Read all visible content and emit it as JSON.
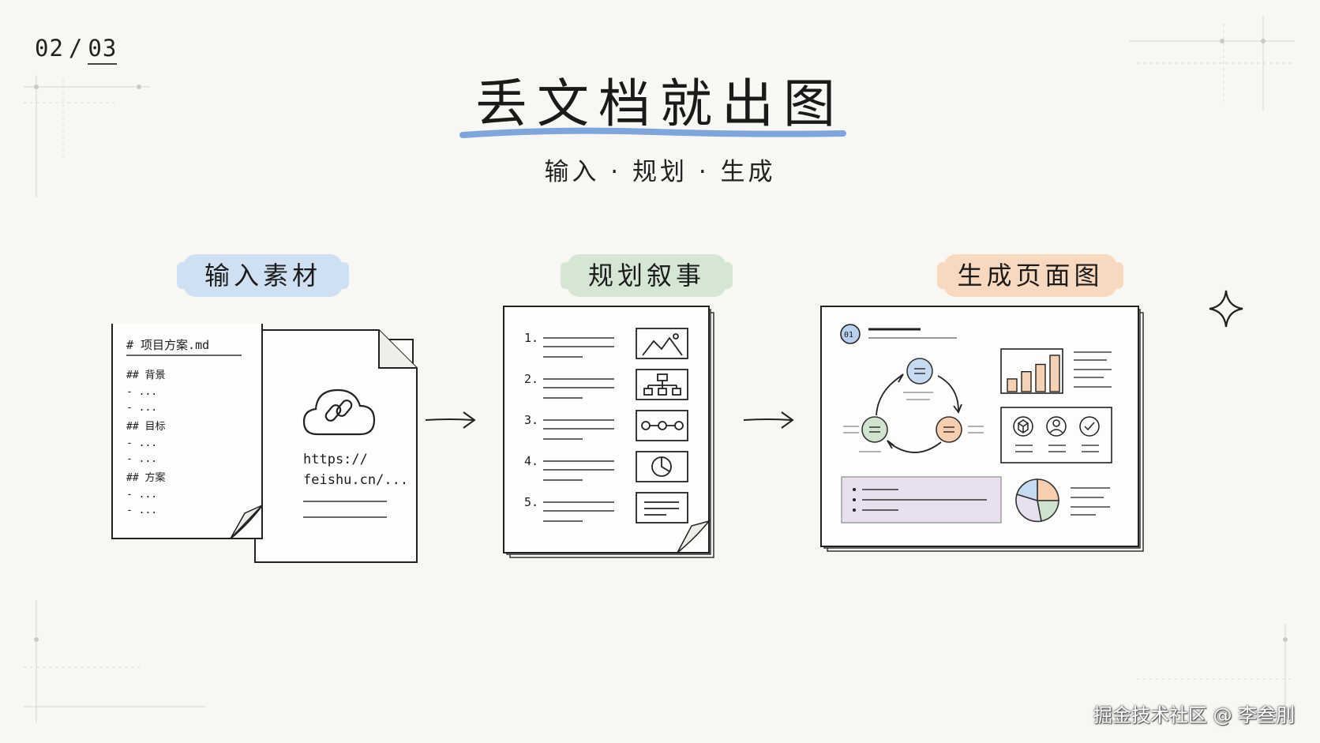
{
  "page": {
    "current": "02",
    "separator": "/",
    "total": "03"
  },
  "title": "丢文档就出图",
  "subtitle": "输入 · 规划 · 生成",
  "stages": [
    {
      "label": "输入素材",
      "color": "#cfe0f2"
    },
    {
      "label": "规划叙事",
      "color": "#d5e6d5"
    },
    {
      "label": "生成页面图",
      "color": "#f8d8bf"
    }
  ],
  "input_doc": {
    "filename": "# 项目方案.md",
    "sections": [
      "## 背景",
      "## 目标",
      "## 方案"
    ],
    "bullet": "- ..."
  },
  "link_doc": {
    "url_line1": "https://",
    "url_line2": "feishu.cn/...",
    "icons": [
      "cloud-icon",
      "link-icon"
    ]
  },
  "plan_doc": {
    "numbers": [
      "1.",
      "2.",
      "3.",
      "4.",
      "5."
    ],
    "thumbnails": [
      "image-icon",
      "flowchart-icon",
      "process-icon",
      "pie-chart-icon",
      "text-block-icon"
    ]
  },
  "output_page": {
    "badge": "01",
    "cycle_icons": [
      "equals-icon",
      "equals-icon",
      "equals-icon"
    ],
    "feature_icons": [
      "cube-icon",
      "user-icon",
      "check-icon"
    ],
    "bar_values": [
      0.35,
      0.55,
      0.75,
      1.0
    ]
  },
  "colors": {
    "blue": "#cfe0f2",
    "green": "#d5e6d5",
    "orange": "#f8d8bf",
    "lavender": "#e8e0ef",
    "underline": "#7ea6dc"
  },
  "watermark": "掘金技术社区 @ 李叁刖"
}
